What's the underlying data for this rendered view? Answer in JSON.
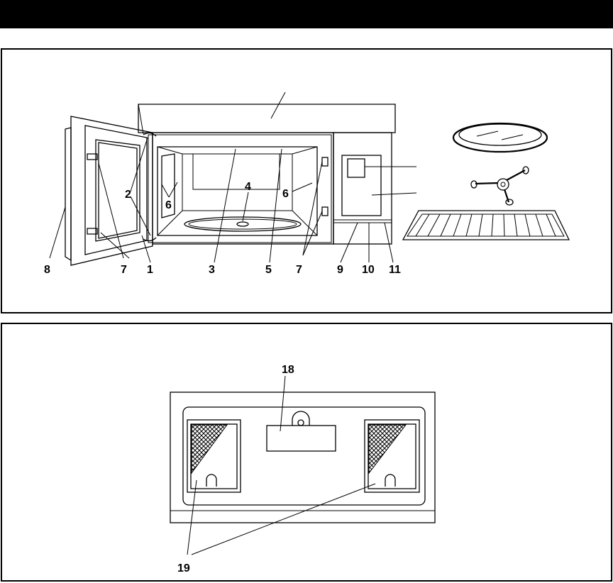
{
  "header": {
    "color": "#000000"
  },
  "panels": {
    "top": {
      "callouts": {
        "door_inner": "1",
        "door_hinge": "2",
        "cavity_wall": "3",
        "turntable_hub": "4",
        "cavity_light": "5",
        "right_holes": "6",
        "left_holes": "6",
        "right_latches": "7",
        "door_latches": "7",
        "door_edge": "8",
        "bottom_left": "9",
        "bottom_center": "10",
        "bottom_right": "11",
        "hub_label": "4"
      }
    },
    "bottom": {
      "callouts": {
        "plate": "18",
        "filters": "19"
      }
    }
  },
  "icons": [
    "microwave-oven-drawing",
    "glass-tray-drawing",
    "roller-hub-drawing",
    "wire-rack-drawing",
    "underside-drawing"
  ]
}
